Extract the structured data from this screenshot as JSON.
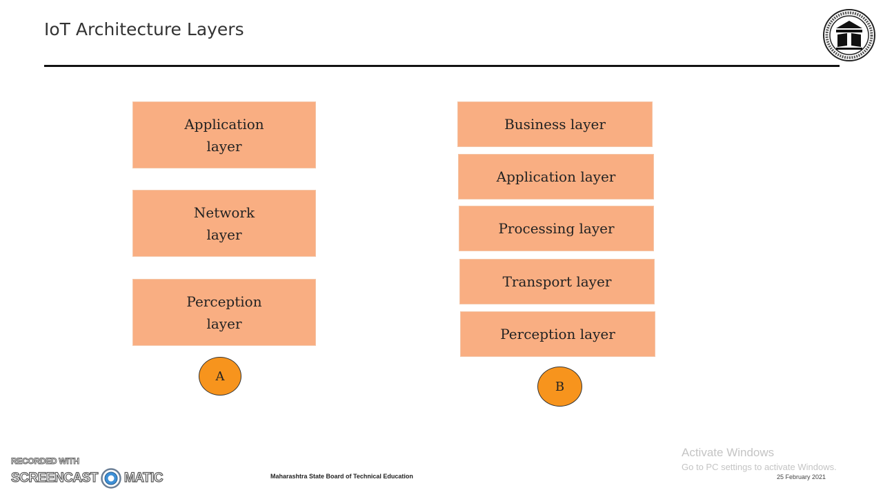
{
  "slide": {
    "title": "IoT Architecture Layers"
  },
  "diagram_a": {
    "layers": [
      {
        "line1": "Application",
        "line2": "layer"
      },
      {
        "line1": "Network",
        "line2": "layer"
      },
      {
        "line1": "Perception",
        "line2": "layer"
      }
    ],
    "label": "A"
  },
  "diagram_b": {
    "layers": [
      {
        "label": "Business layer"
      },
      {
        "label": "Application layer"
      },
      {
        "label": "Processing layer"
      },
      {
        "label": "Transport layer"
      },
      {
        "label": "Perception layer"
      }
    ],
    "label": "B"
  },
  "footer": {
    "organization": "Maharashtra State Board of Technical Education",
    "date": "25 February 2021"
  },
  "watermark": {
    "activate_title": "Activate Windows",
    "activate_subtitle": "Go to PC settings to activate Windows.",
    "recorder_top": "RECORDED WITH",
    "recorder_left": "SCREENCAST",
    "recorder_right": "MATIC"
  },
  "colors": {
    "box_fill": "#f9ae82",
    "circle_fill": "#f7941d",
    "rule": "#111111"
  },
  "icons": {
    "logo": "msbte-seal-icon",
    "recorder": "screencast-o-matic-icon"
  }
}
